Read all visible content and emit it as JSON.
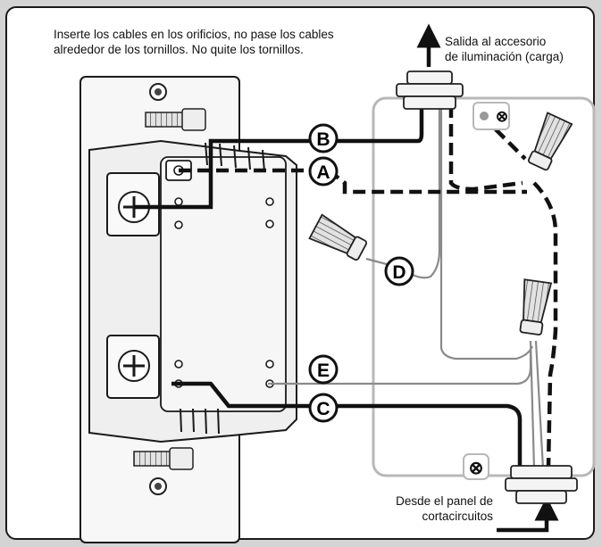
{
  "instructions": {
    "line1": "Inserte los cables en los orificios, no pase los cables",
    "line2": "alrededor de los tornillos. No quite los tornillos."
  },
  "output": {
    "line1": "Salida al accesorio",
    "line2": "de iluminación (carga)"
  },
  "input": {
    "line1": "Desde el panel de",
    "line2": "cortacircuitos"
  },
  "labels": {
    "A": "A",
    "B": "B",
    "C": "C",
    "D": "D",
    "E": "E"
  },
  "ground_symbol": "⊗",
  "colors": {
    "wire": "#111111",
    "box": "#b8b8b8",
    "device_fill": "#f2f2f2",
    "device_stroke": "#1a1a1a",
    "gray_wire": "#8a8a8a",
    "nut_fill": "#dcdcdc"
  }
}
